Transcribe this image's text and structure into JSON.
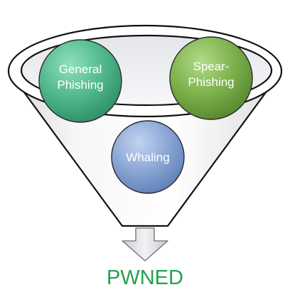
{
  "funnel": {
    "bubbles": [
      {
        "id": "general-phishing",
        "lines": [
          "General",
          "Phishing"
        ],
        "color": "#4fb88a",
        "color_light": "#8fe0bd",
        "color_dark": "#2f8c63"
      },
      {
        "id": "spear-phishing",
        "lines": [
          "Spear-",
          "Phishing"
        ],
        "color": "#7bb04b",
        "color_light": "#b3db87",
        "color_dark": "#56862e"
      },
      {
        "id": "whaling",
        "lines": [
          "Whaling"
        ],
        "color": "#8aa5d4",
        "color_light": "#c2d3f0",
        "color_dark": "#5f7fb8"
      }
    ],
    "result": {
      "label": "PWNED",
      "color": "#23a04e"
    },
    "arrow_icon": "down-arrow-icon"
  }
}
